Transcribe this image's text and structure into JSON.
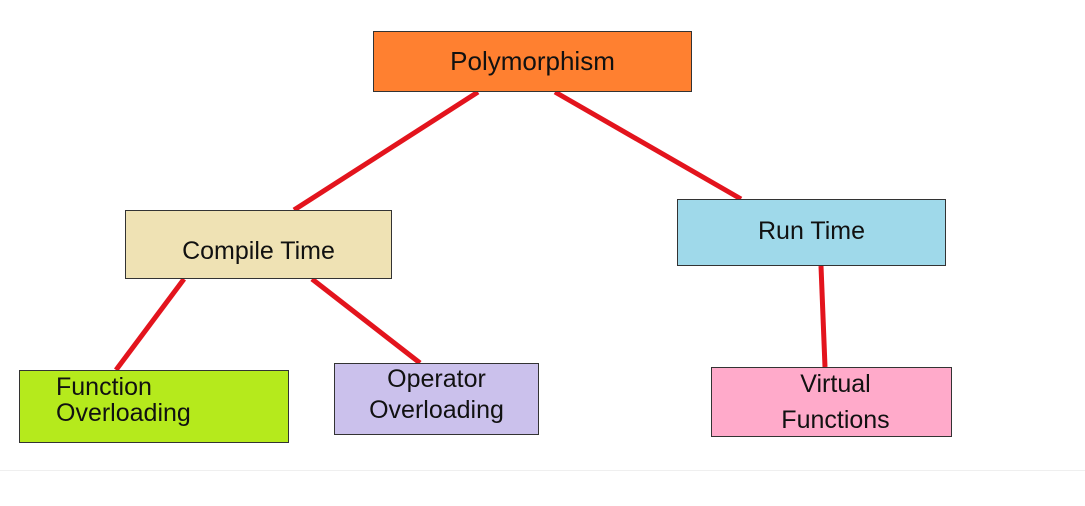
{
  "diagram": {
    "type": "tree",
    "edge_color": "#e3141d",
    "root": {
      "label": "Polymorphism",
      "color": "#ff8030"
    },
    "compile_time": {
      "label": "Compile Time",
      "color": "#efe2b4"
    },
    "run_time": {
      "label": "Run Time",
      "color": "#9fd9ea"
    },
    "function_overloading": {
      "label": "Function\nOverloading",
      "color": "#b5ea1c"
    },
    "operator_overloading": {
      "label": "Operator\nOverloading",
      "color": "#cbc1ec"
    },
    "virtual_functions": {
      "label": "Virtual\nFunctions",
      "color": "#ffaaca"
    },
    "edges": [
      [
        "root",
        "compile_time"
      ],
      [
        "root",
        "run_time"
      ],
      [
        "compile_time",
        "function_overloading"
      ],
      [
        "compile_time",
        "operator_overloading"
      ],
      [
        "run_time",
        "virtual_functions"
      ]
    ]
  }
}
